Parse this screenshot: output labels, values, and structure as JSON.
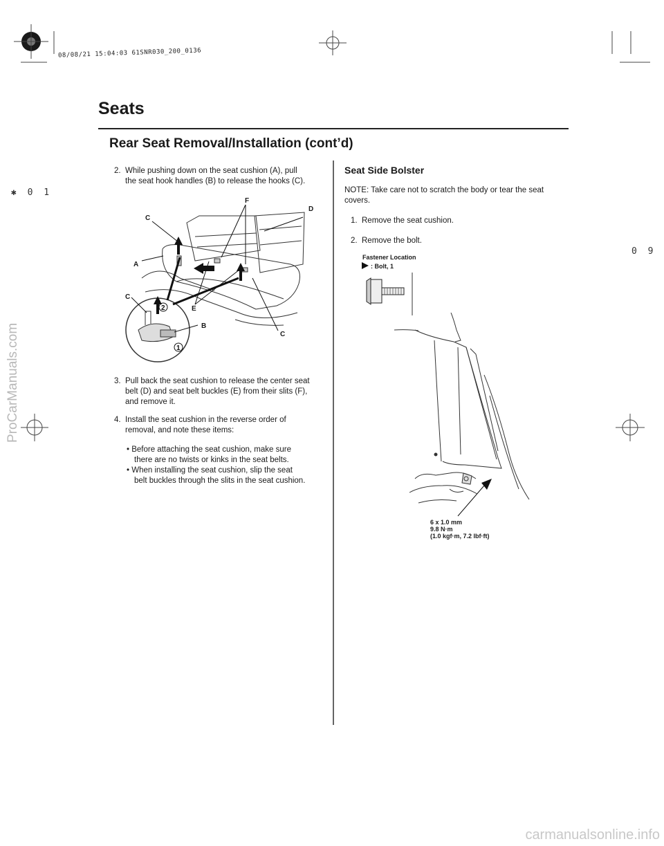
{
  "print_stamp": "08/08/21 15:04:03 61SNR030_200_0136",
  "margin_marks": {
    "left": "✱ 0 1",
    "right": "0 9"
  },
  "page": {
    "title": "Seats",
    "subtitle": "Rear Seat Removal/Installation (cont’d)"
  },
  "left_column": {
    "step2": {
      "num": "2.",
      "line1": "While pushing down on the seat cushion (A), pull",
      "line2": "the seat hook handles (B) to release the hooks (C)."
    },
    "figure_labels": {
      "C": "C",
      "F": "F",
      "D": "D",
      "A": "A",
      "E": "E",
      "B": "B"
    },
    "step3": {
      "num": "3.",
      "line1": "Pull back the seat cushion to release the center seat",
      "line2": "belt (D) and seat belt buckles (E) from their slits (F),",
      "line3": "and remove it."
    },
    "step4": {
      "num": "4.",
      "line1": "Install the seat cushion in the reverse order of",
      "line2": "removal, and note these items:"
    },
    "bullets": [
      {
        "line1": "• Before attaching the seat cushion, make sure",
        "line2": "there are no twists or kinks in the seat belts."
      },
      {
        "line1": "• When installing the seat cushion, slip the seat",
        "line2": "belt buckles through the slits in the seat cushion."
      }
    ]
  },
  "right_column": {
    "heading": "Seat Side Bolster",
    "note_line1": "NOTE: Take care not to scratch the body or tear the seat",
    "note_line2": "covers.",
    "step1": {
      "num": "1.",
      "text": "Remove the seat cushion."
    },
    "step2": {
      "num": "2.",
      "text": "Remove the bolt."
    },
    "fastener_title": "Fastener Location",
    "fastener_legend": ": Bolt, 1",
    "spec": {
      "line1": "6 x 1.0 mm",
      "line2": "9.8 N·m",
      "line3": "(1.0 kgf·m, 7.2 lbf·ft)"
    }
  },
  "watermarks": {
    "left": "ProCarManuals.com",
    "bottom": "carmanualsonline.info"
  }
}
